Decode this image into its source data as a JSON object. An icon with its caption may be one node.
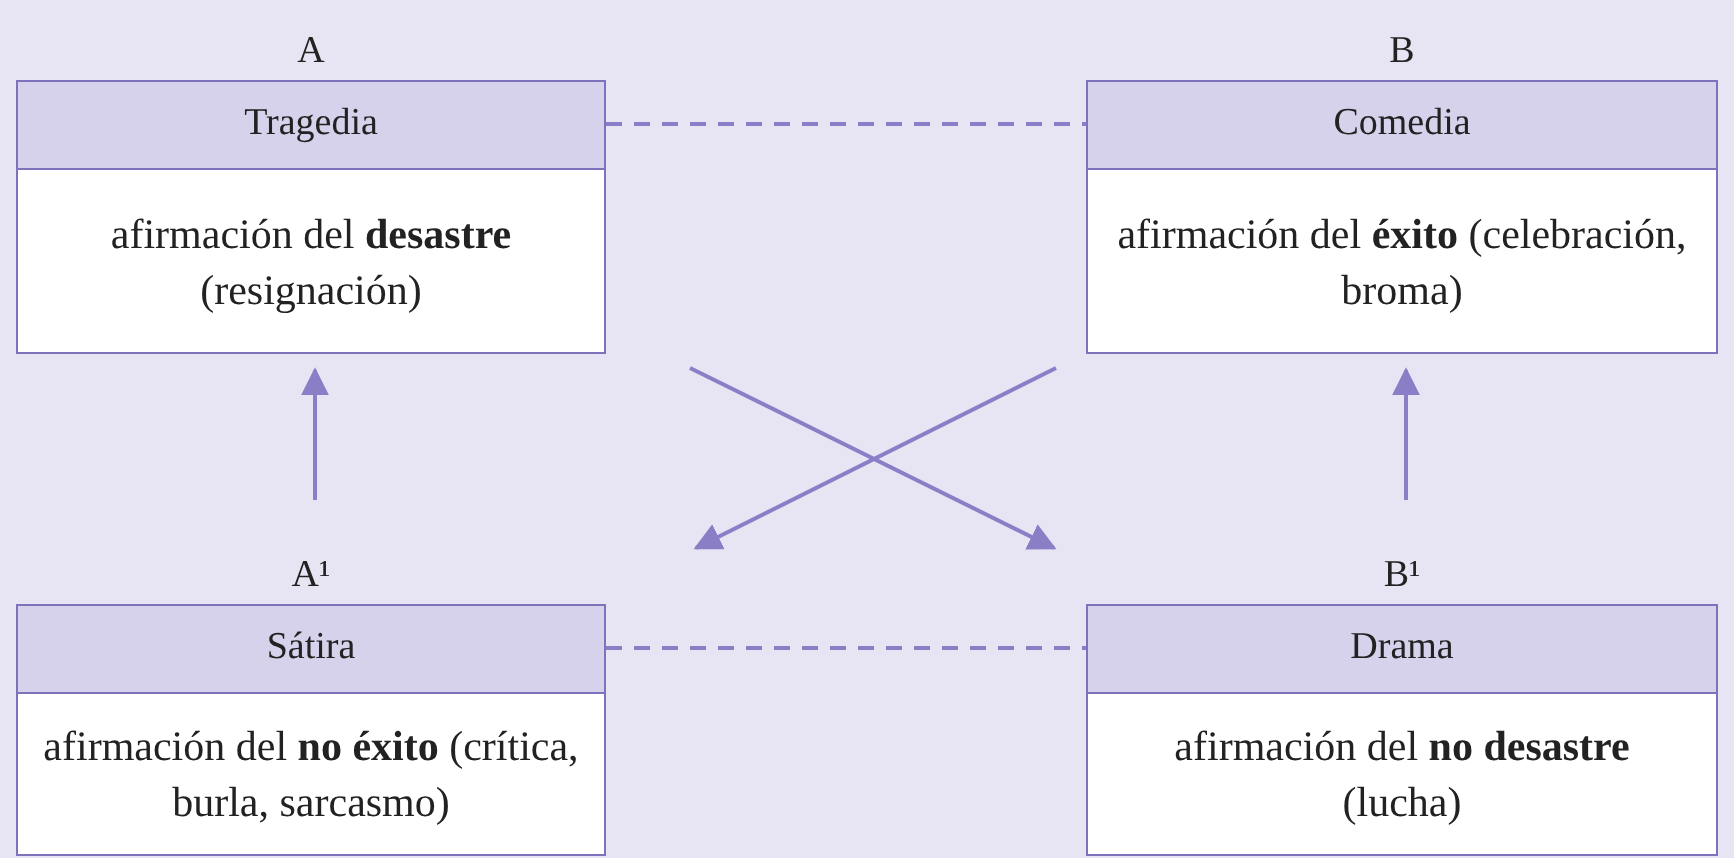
{
  "diagram": {
    "nodes": [
      {
        "text": [
          "Tragedia",
          "afirmación del **desastre** (resignación)"
        ],
        "beside": [
          "A"
        ]
      },
      {
        "text": [
          "Comedia",
          "afirmación del **éxito** (celebración, broma)"
        ],
        "beside": [
          "B"
        ]
      },
      {
        "text": [
          "Sátira",
          "afirmación del **no éxito** (crítica, burla, sarcasmo)"
        ],
        "beside": [
          "A¹"
        ]
      },
      {
        "text": [
          "Drama",
          "afirmación del **no desastre** (lucha)"
        ],
        "beside": [
          "B¹"
        ]
      }
    ],
    "edges": [
      {
        "from": 0,
        "to": 1,
        "arrow": "none",
        "style": "dashed"
      },
      {
        "from": 2,
        "to": 3,
        "arrow": "none",
        "style": "dashed"
      },
      {
        "from": 2,
        "to": 0,
        "arrow": "to"
      },
      {
        "from": 3,
        "to": 1,
        "arrow": "to"
      },
      {
        "from": 1,
        "to": 2,
        "arrow": "to"
      },
      {
        "from": 0,
        "to": 3,
        "arrow": "to"
      }
    ]
  }
}
